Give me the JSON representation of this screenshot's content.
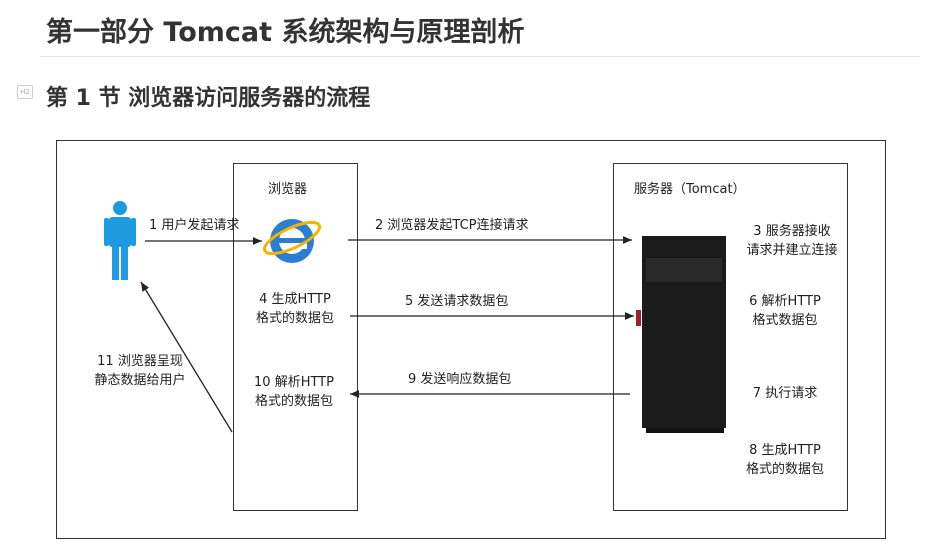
{
  "title": "第一部分 Tomcat 系统架构与原理剖析",
  "section": "第 1 节 浏览器访问服务器的流程",
  "heading_icon": "H2",
  "diagram": {
    "browser_title": "浏览器",
    "server_title": "服务器（Tomcat）",
    "steps": {
      "s1": "1 用户发起请求",
      "s2": "2 浏览器发起TCP连接请求",
      "s3a": "3 服务器接收",
      "s3b": "请求并建立连接",
      "s4a": "4 生成HTTP",
      "s4b": "格式的数据包",
      "s5": "5 发送请求数据包",
      "s6a": "6 解析HTTP",
      "s6b": "格式数据包",
      "s7": "7 执行请求",
      "s8a": "8 生成HTTP",
      "s8b": "格式的数据包",
      "s9": "9 发送响应数据包",
      "s10a": "10 解析HTTP",
      "s10b": "格式的数据包",
      "s11a": "11 浏览器呈现",
      "s11b": "静态数据给用户"
    }
  },
  "colors": {
    "person": "#1e9be0",
    "ie": "#2a7fd0",
    "server": "#1b1b1b"
  }
}
